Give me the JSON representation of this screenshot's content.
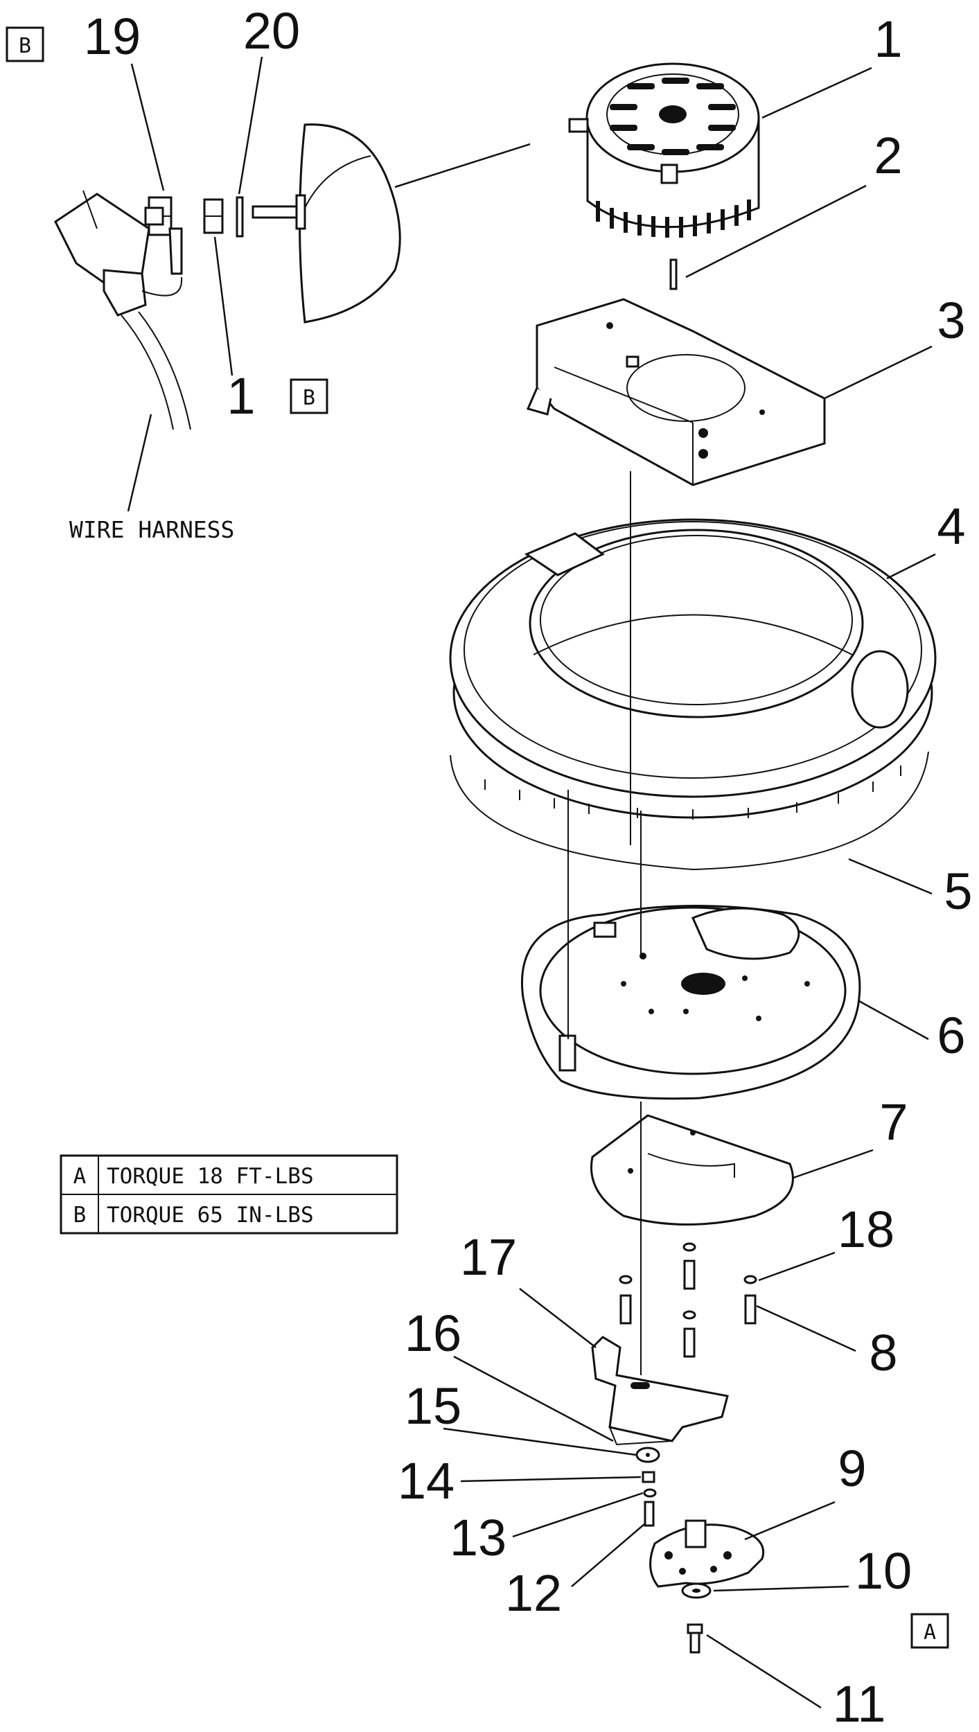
{
  "callouts": [
    "1",
    "2",
    "3",
    "4",
    "5",
    "6",
    "7",
    "8",
    "9",
    "10",
    "11",
    "12",
    "13",
    "14",
    "15",
    "16",
    "17",
    "18",
    "19",
    "20",
    "1"
  ],
  "detail_markers": {
    "detail_b_title": "B",
    "detail_b_ref": "B",
    "detail_a_ref": "A"
  },
  "labels": {
    "wire_harness": "WIRE HARNESS"
  },
  "torque_table": [
    {
      "key": "A",
      "spec": "TORQUE 18 FT-LBS"
    },
    {
      "key": "B",
      "spec": "TORQUE 65 IN-LBS"
    }
  ]
}
